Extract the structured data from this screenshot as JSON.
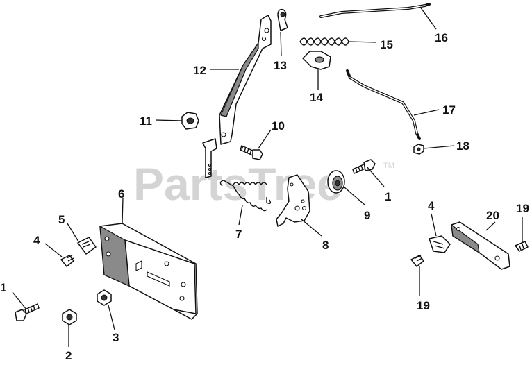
{
  "watermark": {
    "text": "PartsTree",
    "trademark": "TM"
  },
  "callouts": [
    "1",
    "2",
    "3",
    "4",
    "5",
    "6",
    "7",
    "8",
    "9",
    "10",
    "11",
    "12",
    "13",
    "14",
    "15",
    "16",
    "17",
    "18",
    "19",
    "20",
    "1",
    "4",
    "19"
  ]
}
